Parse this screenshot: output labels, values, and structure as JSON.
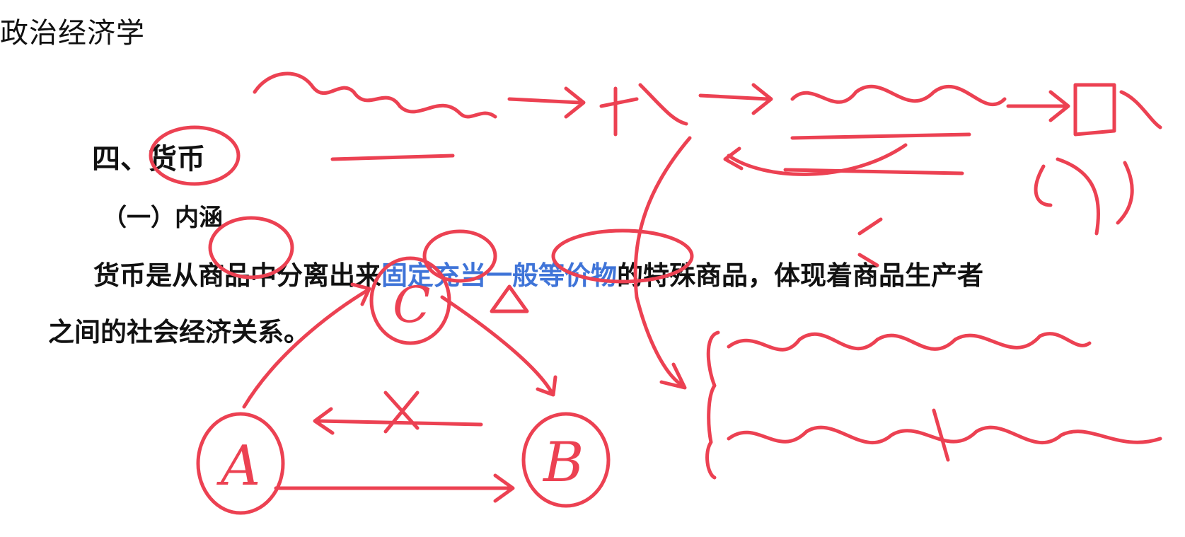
{
  "page": {
    "subject_title": "政治经济学",
    "section_heading": "四、货币",
    "subsection_heading": "（一）内涵",
    "definition": {
      "part1": "货币是从商品中分离出来",
      "highlight": "固定充当一般等价物",
      "part2": "的特殊商品，体现着商品生产者",
      "line2": "之间的社会经济关系。"
    },
    "highlight_color": "#3f74d8",
    "ink_color": "#ec4152"
  },
  "handwriting": {
    "labels": {
      "a": "A",
      "b": "B",
      "c": "C"
    }
  }
}
